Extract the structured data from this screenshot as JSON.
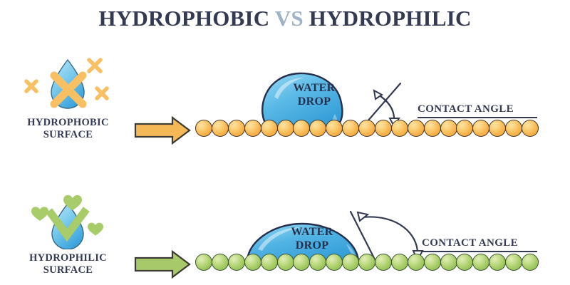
{
  "title": {
    "part1": "HYDROPHOBIC ",
    "vs": "VS",
    "part2": " HYDROPHILIC"
  },
  "panels": {
    "hydrophobic": {
      "label_line1": "HYDROPHOBIC",
      "label_line2": "SURFACE",
      "icon_name": "droplet-with-x-mark-icon",
      "arrow_name": "orange-arrow-icon",
      "drop_label": "WATER\nDROP",
      "contact_angle_label": "CONTACT ANGLE",
      "surface_sphere_count": 21,
      "accent_color": "#f7b44c",
      "sphere_outline_color": "#4a3a2a",
      "mark_color": "#f6b košt"
    },
    "hydrophilic": {
      "label_line1": "HYDROPHILIC",
      "label_line2": "SURFACE",
      "icon_name": "droplet-with-check-mark-icon",
      "arrow_name": "green-arrow-icon",
      "drop_label": "WATER\nDROP",
      "contact_angle_label": "CONTACT ANGLE",
      "surface_sphere_count": 21,
      "accent_color": "#a3ca63",
      "sphere_outline_color": "#3f5a32"
    }
  },
  "colors": {
    "title_dark": "#343a52",
    "title_vs": "#9fb2c6",
    "water_blue_light": "#7fcdee",
    "water_blue_mid": "#3ba3dc",
    "water_outline": "#26304d",
    "orange": "#f7b44c",
    "orange_outline": "#4a3a2a",
    "green": "#a3ca63",
    "green_outline": "#3f5a32",
    "line_dark": "#343a52",
    "background": "#ffffff"
  }
}
